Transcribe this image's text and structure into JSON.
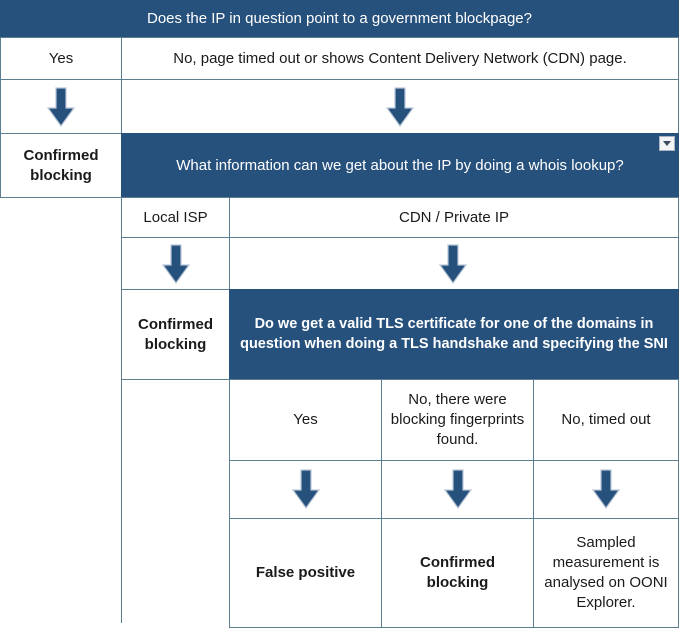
{
  "document": {
    "kind": "decision-table-flowchart",
    "accent_color": "#27517d",
    "grid_color": "#5b7f8e",
    "arrow_color": "#27517d",
    "background": "#ffffff"
  },
  "questions": {
    "q1": "Does the IP in question point to a government blockpage?",
    "q2": "What information can we get about the IP by doing a whois lookup?",
    "q3": "Do we get a valid TLS certificate for one of the domains in question when doing a TLS handshake and specifying the SNI"
  },
  "level1": {
    "answer_yes": "Yes",
    "answer_no": "No, page timed out or shows Content Delivery Network (CDN) page.",
    "outcome_yes": "Confirmed blocking"
  },
  "level2": {
    "answer_local_isp": "Local ISP",
    "answer_cdn": "CDN / Private IP",
    "outcome_local_isp": "Confirmed blocking"
  },
  "level3": {
    "answer_yes": "Yes",
    "answer_fingerprints": "No, there were blocking fingerprints found.",
    "answer_timeout": "No, timed out",
    "outcome_yes": "False positive",
    "outcome_fingerprints": "Confirmed blocking",
    "outcome_timeout": "Sampled measurement is analysed on OONI Explorer."
  },
  "icons": {
    "arrow_down": "down-arrow-icon",
    "filter_dropdown": "filter-dropdown-icon"
  }
}
